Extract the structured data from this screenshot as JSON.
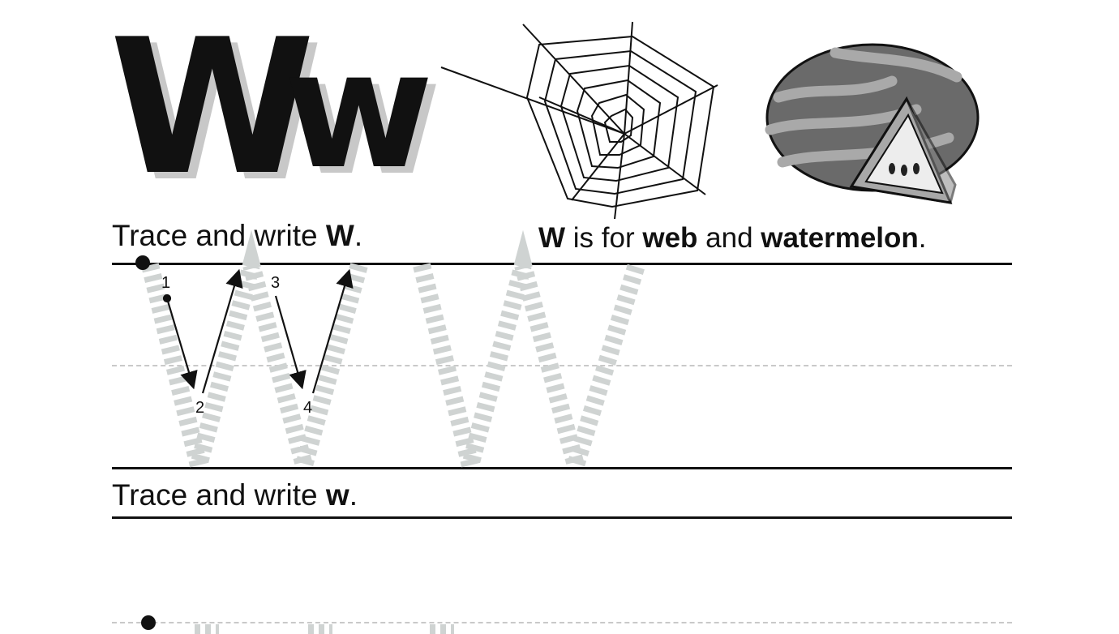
{
  "header": {
    "letter_upper": "W",
    "letter_lower": "w"
  },
  "images": {
    "web": "spider-web-icon",
    "watermelon": "watermelon-icon"
  },
  "caption": {
    "letter": "W",
    "is_for": " is for ",
    "word1": "web",
    "and": " and ",
    "word2": "watermelon",
    "period": "."
  },
  "section_upper": {
    "prefix": "Trace and write ",
    "letter": "W",
    "suffix": "."
  },
  "section_lower": {
    "prefix": "Trace and write ",
    "letter": "w",
    "suffix": "."
  },
  "stroke_numbers": [
    "1",
    "2",
    "3",
    "4"
  ]
}
